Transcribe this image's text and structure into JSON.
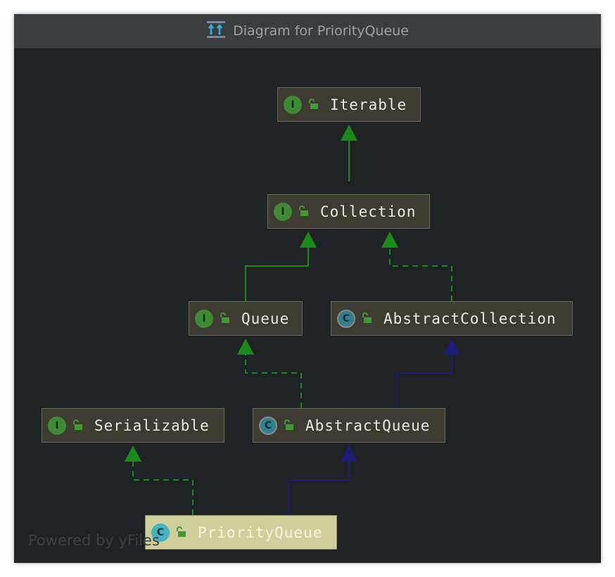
{
  "window": {
    "title": "Diagram for PriorityQueue"
  },
  "nodes": [
    {
      "id": "iterable",
      "label": "Iterable",
      "kind": "I",
      "kind_style": "iface"
    },
    {
      "id": "collection",
      "label": "Collection",
      "kind": "I",
      "kind_style": "iface"
    },
    {
      "id": "queue",
      "label": "Queue",
      "kind": "I",
      "kind_style": "iface"
    },
    {
      "id": "abstractcollection",
      "label": "AbstractCollection",
      "kind": "C",
      "kind_style": "abstract"
    },
    {
      "id": "serializable",
      "label": "Serializable",
      "kind": "I",
      "kind_style": "iface"
    },
    {
      "id": "abstractqueue",
      "label": "AbstractQueue",
      "kind": "C",
      "kind_style": "abstract"
    },
    {
      "id": "priorityqueue",
      "label": "PriorityQueue",
      "kind": "C",
      "kind_style": "cls",
      "selected": true
    }
  ],
  "edges": [
    {
      "from": "collection",
      "to": "iterable",
      "type": "extends"
    },
    {
      "from": "queue",
      "to": "collection",
      "type": "extends"
    },
    {
      "from": "abstractcollection",
      "to": "collection",
      "type": "implements"
    },
    {
      "from": "abstractqueue",
      "to": "queue",
      "type": "implements"
    },
    {
      "from": "abstractqueue",
      "to": "abstractcollection",
      "type": "class-extends"
    },
    {
      "from": "priorityqueue",
      "to": "serializable",
      "type": "implements"
    },
    {
      "from": "priorityqueue",
      "to": "abstractqueue",
      "type": "class-extends"
    }
  ],
  "colors": {
    "interface_edge": "#1a8a1a",
    "class_edge": "#1c1c7a",
    "node_bg": "#3e3b33",
    "selected_bg": "#cfcf9c",
    "background": "#1f2326"
  },
  "watermark": "Powered by yFiles"
}
